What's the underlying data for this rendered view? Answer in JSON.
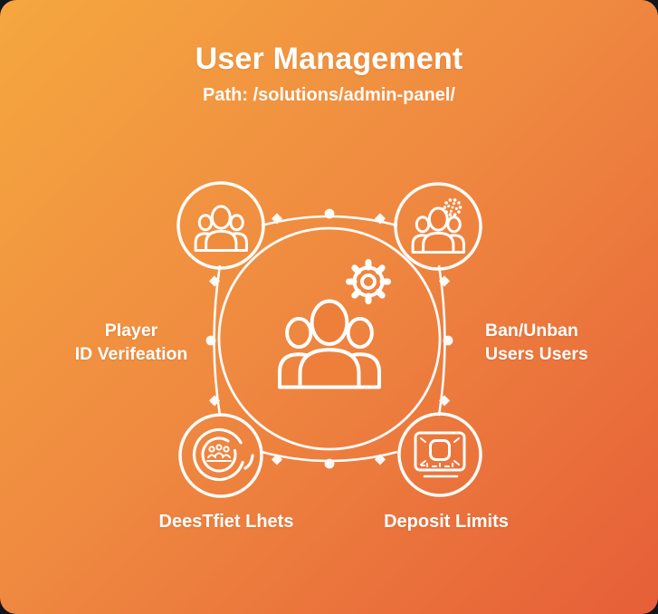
{
  "page": {
    "background_color": "#12151c"
  },
  "card": {
    "title": "User Management",
    "subtitle": "Path: /solutions/admin-panel/",
    "background_gradient": {
      "start": "#f5a73f",
      "mid": "#ef8a40",
      "end": "#e65e38"
    },
    "text_color": "#ffffff"
  },
  "diagram": {
    "stroke_color": "#ffffff",
    "center_icon": "user-group-with-gear",
    "nodes": [
      {
        "position": "top-left",
        "icon": "user-group"
      },
      {
        "position": "top-right",
        "icon": "user-group-with-dotted-gear"
      },
      {
        "position": "bottom-left",
        "icon": "user-group-in-circular-arrows"
      },
      {
        "position": "bottom-right",
        "icon": "banknote"
      }
    ],
    "labels": {
      "left_line1": "Player",
      "left_line2": "ID Verifeation",
      "right_line1": "Ban/Unban",
      "right_line2": "Users Users",
      "bottom_left": "DeesTfiet Lhets",
      "bottom_right": "Deposit Limits"
    }
  }
}
